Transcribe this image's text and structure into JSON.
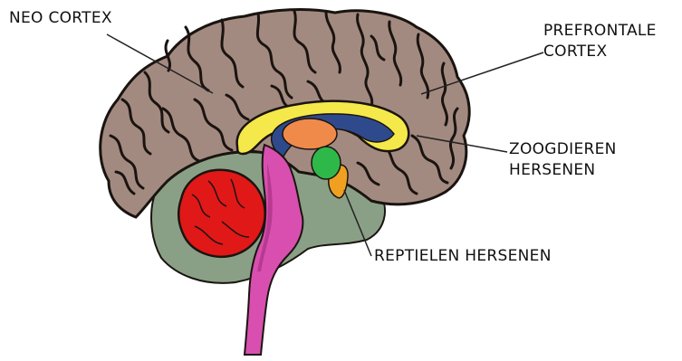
{
  "labels": {
    "neo_cortex": "NEO CORTEX",
    "prefrontale_line1": "PREFRONTALE",
    "prefrontale_line2": "CORTEX",
    "zoogdieren_line1": "ZOOGDIEREN",
    "zoogdieren_line2": "HERSENEN",
    "reptielen": "REPTIELEN HERSENEN"
  },
  "colors": {
    "cortex": "#a38a80",
    "cortex_fold": "#1a1410",
    "limbic_region": "#8aa086",
    "corpus_callosum": "#f5e84a",
    "ventricle": "#2f4a8c",
    "thalamus": "#f08a4a",
    "hippocampus_green": "#2fb84a",
    "amygdala_orange": "#f0a020",
    "cerebellum": "#e01818",
    "brainstem": "#d84fb0",
    "brainstem_dark": "#b83a90",
    "label_text": "#111111",
    "pointer_line": "#222222"
  }
}
